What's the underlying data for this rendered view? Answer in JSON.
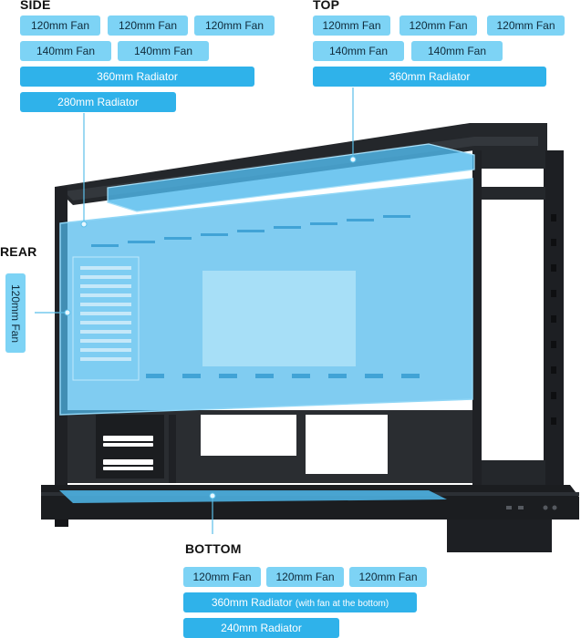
{
  "colors": {
    "tag_light": "#7dd3f5",
    "tag_dark": "#2fb2ea",
    "overlay_blue": "#4fb9ec",
    "case_black": "#1b1d20"
  },
  "side": {
    "title": "SIDE",
    "fans_row1": [
      "120mm Fan",
      "120mm Fan",
      "120mm Fan"
    ],
    "fans_row2": [
      "140mm Fan",
      "140mm Fan"
    ],
    "radiator_360": "360mm Radiator",
    "radiator_280": "280mm Radiator"
  },
  "top": {
    "title": "TOP",
    "fans_row1": [
      "120mm Fan",
      "120mm Fan",
      "120mm Fan"
    ],
    "fans_row2": [
      "140mm Fan",
      "140mm Fan"
    ],
    "radiator_360": "360mm Radiator"
  },
  "rear": {
    "title": "REAR",
    "fan": "120mm Fan"
  },
  "bottom": {
    "title": "BOTTOM",
    "fans_row1": [
      "120mm Fan",
      "120mm Fan",
      "120mm Fan"
    ],
    "radiator_360": "360mm Radiator",
    "radiator_360_note": "(with fan at the bottom)",
    "radiator_240": "240mm Radiator"
  }
}
